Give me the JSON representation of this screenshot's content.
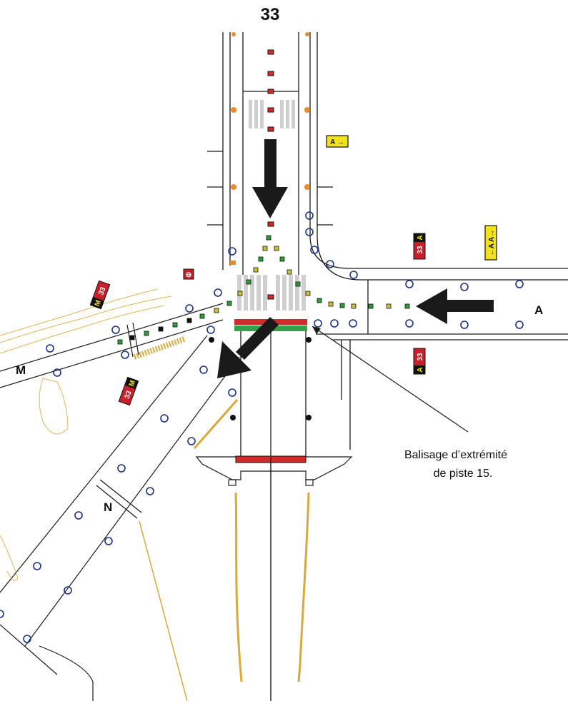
{
  "runway": {
    "designator": "33"
  },
  "taxiways": {
    "alpha": "A",
    "mike": "M",
    "november": "N"
  },
  "callout": {
    "line1": "Balisage d’extrémité",
    "line2": "de piste 15."
  },
  "signs": {
    "mandatory_33": "33",
    "location_M": "M",
    "location_A": "A",
    "direction_A": "A →",
    "direction_A_vertical": "←A   A→",
    "no_entry": "⊖"
  },
  "colors": {
    "pavement_edge": "#1a1a1a",
    "edge_light": "#1c2f8a",
    "centerline_green": "#2e9e3a",
    "centerline_yellow": "#c9c23a",
    "runway_red": "#d32a2a",
    "threshold_green": "#35a04a",
    "mandatory_sign": "#c8202a",
    "direction_sign": "#f2e21b",
    "grass_marking": "#d9a93c",
    "arrow": "#1a1a1a"
  }
}
